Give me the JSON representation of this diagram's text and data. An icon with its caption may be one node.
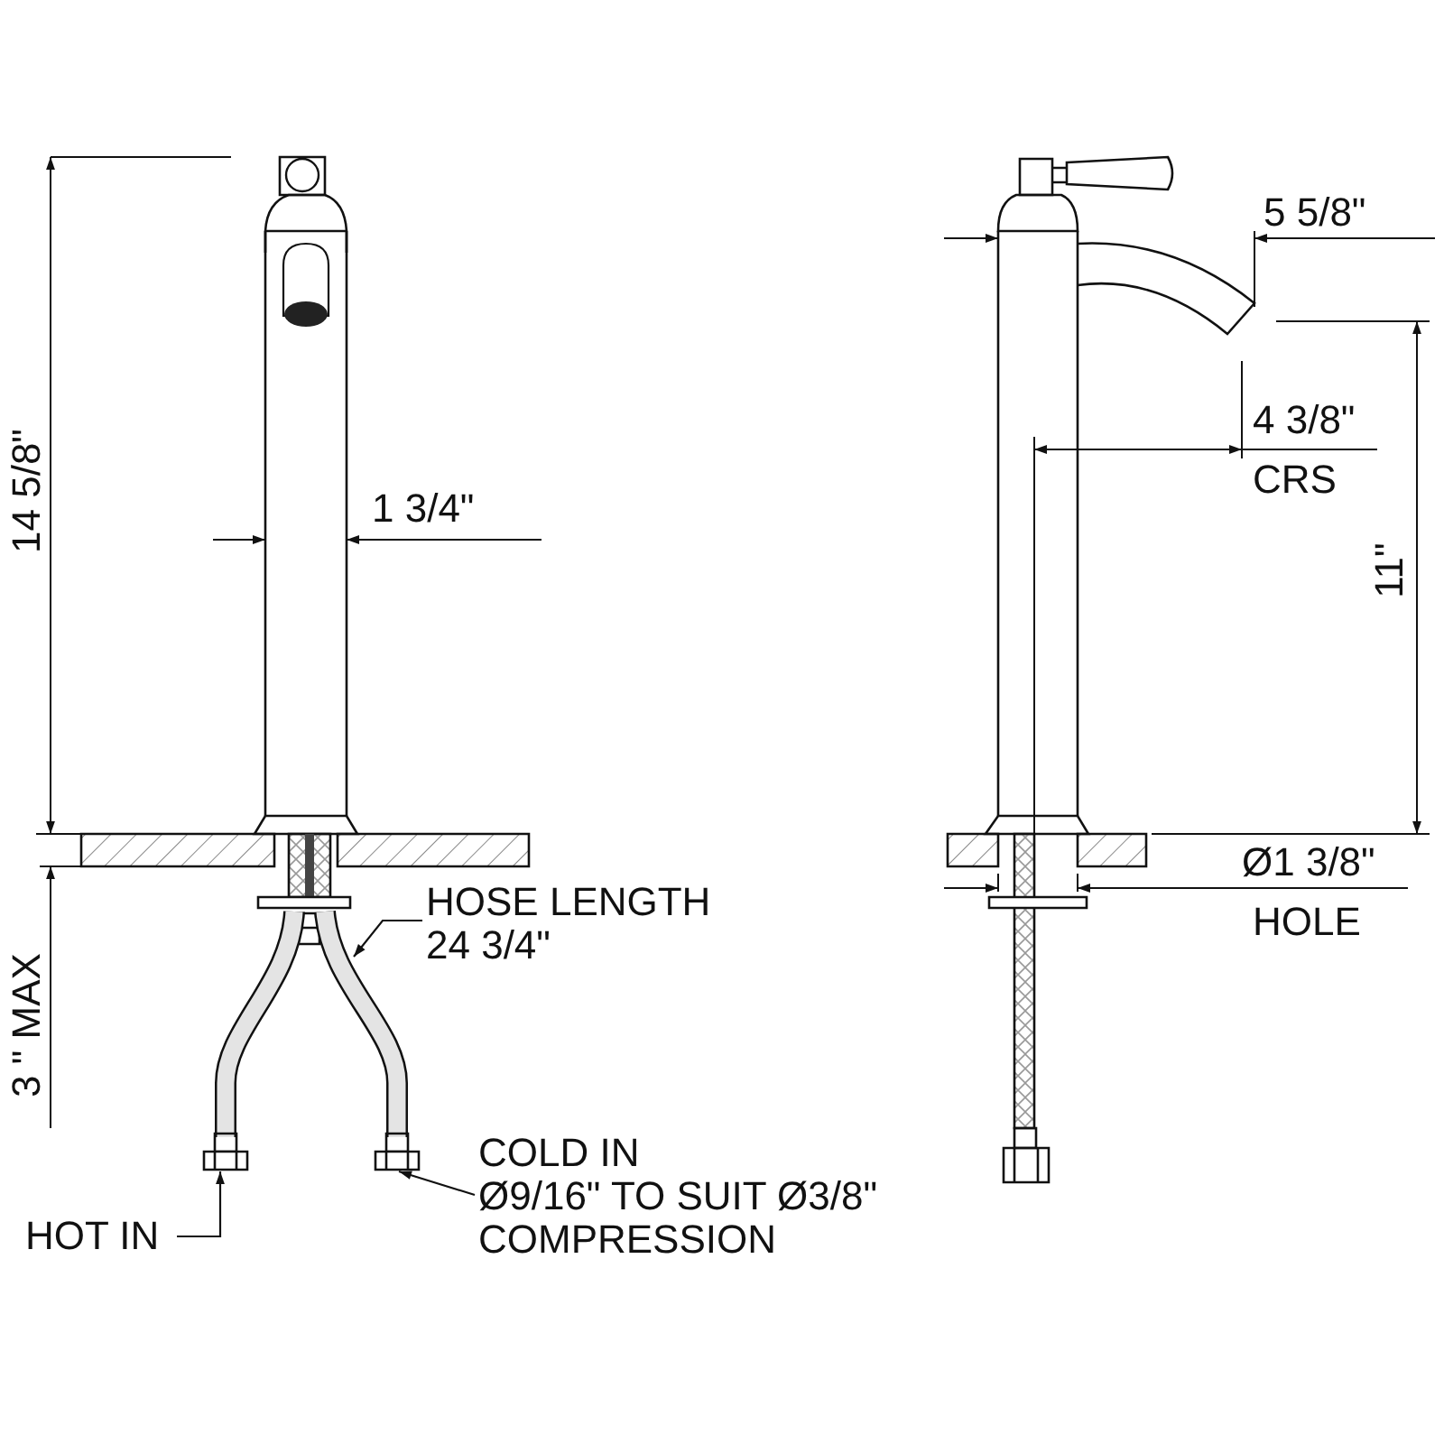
{
  "diagram": {
    "nodes": [
      {
        "text": [
          "HOSE LENGTH 24 3/4\""
        ]
      },
      {
        "text": [],
        "shape": "picture"
      },
      {
        "text": [
          "HOT IN"
        ]
      },
      {
        "text": [],
        "shape": "picture"
      },
      {
        "text": [
          "COLD IN",
          "Ø9/16\" TO SUIT Ø3/8\" COMPRESSION"
        ]
      },
      {
        "text": [],
        "shape": "picture"
      }
    ],
    "edges": [
      {
        "from": 0,
        "to": 1,
        "arrow": "to"
      },
      {
        "from": 2,
        "to": 3,
        "arrow": "to"
      },
      {
        "from": 4,
        "to": 5,
        "arrow": "to"
      }
    ],
    "labels": [
      "14 5/8\"",
      "5 5/8\"",
      "4 3/8\"",
      "CRS",
      "1 3/4\"",
      "11\"",
      "Ø1 3/8\"",
      "HOLE",
      "3 \" MAX"
    ]
  }
}
